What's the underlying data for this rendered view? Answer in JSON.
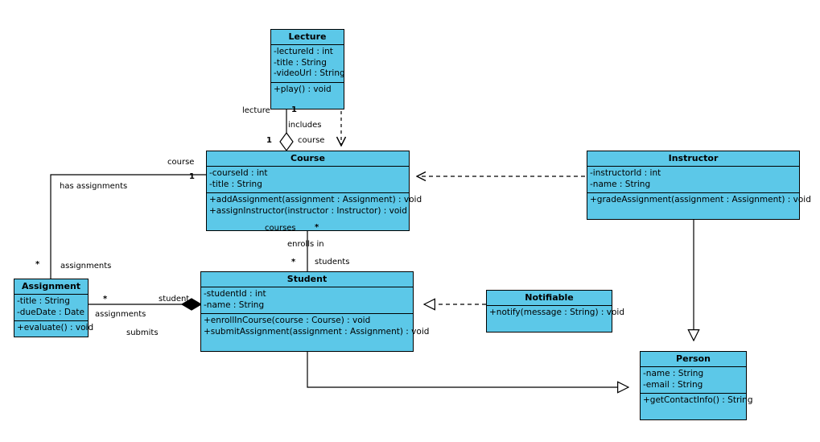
{
  "diagram": {
    "title": "UML Class Diagram",
    "colors": {
      "class_fill": "#5CC8E8",
      "line": "#000000",
      "background": "#ffffff",
      "text": "#000000"
    }
  },
  "classes": {
    "lecture": {
      "name": "Lecture",
      "attributes": [
        "-lectureId : int",
        "-title : String",
        "-videoUrl : String"
      ],
      "methods": [
        "+play() : void"
      ]
    },
    "course": {
      "name": "Course",
      "attributes": [
        "-courseId : int",
        "-title : String"
      ],
      "methods": [
        "+addAssignment(assignment : Assignment) : void",
        "+assignInstructor(instructor : Instructor) : void"
      ]
    },
    "instructor": {
      "name": "Instructor",
      "attributes": [
        "-instructorId : int",
        "-name : String"
      ],
      "methods": [
        "+gradeAssignment(assignment : Assignment) : void"
      ]
    },
    "student": {
      "name": "Student",
      "attributes": [
        "-studentId : int",
        "-name : String"
      ],
      "methods": [
        "+enrollInCourse(course : Course) : void",
        "+submitAssignment(assignment : Assignment) : void"
      ]
    },
    "assignment": {
      "name": "Assignment",
      "attributes": [
        "-title : String",
        "-dueDate : Date"
      ],
      "methods": [
        "+evaluate() : void"
      ]
    },
    "notifiable": {
      "name": "Notifiable",
      "attributes": [],
      "methods": [
        "+notify(message : String) : void"
      ]
    },
    "person": {
      "name": "Person",
      "attributes": [
        "-name : String",
        "-email : String"
      ],
      "methods": [
        "+getContactInfo() : String"
      ]
    }
  },
  "relationships": {
    "lecture_course": {
      "type": "aggregation",
      "name": "includes",
      "source_role": "lecture",
      "source_mult": "1",
      "target_role": "course",
      "target_mult": "1"
    },
    "course_assignment": {
      "type": "association",
      "name": "has assignments",
      "source_role": "course",
      "source_mult": "1",
      "target_role": "assignments",
      "target_mult": "*"
    },
    "course_student": {
      "type": "association",
      "name": "enrolls in",
      "source_role": "courses",
      "source_mult": "*",
      "target_role": "students",
      "target_mult": "*"
    },
    "student_assignment": {
      "type": "composition",
      "name": "submits",
      "source_role": "student",
      "source_mult": "",
      "target_role": "assignments",
      "target_mult": "*"
    },
    "student_notifiable": {
      "type": "realization",
      "name": ""
    },
    "instructor_course": {
      "type": "dependency",
      "name": ""
    },
    "lecture_course_dep": {
      "type": "dependency",
      "name": ""
    },
    "instructor_person": {
      "type": "generalization",
      "name": ""
    },
    "student_person": {
      "type": "generalization",
      "name": ""
    }
  }
}
